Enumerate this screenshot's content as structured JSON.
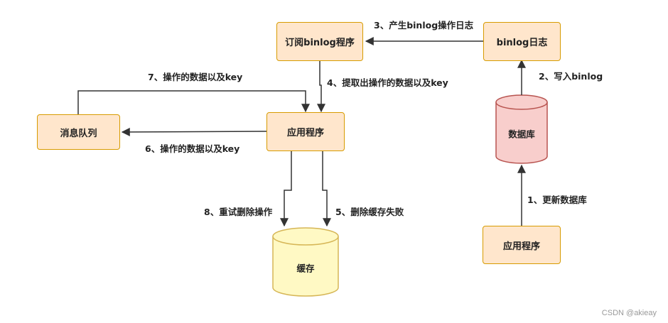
{
  "nodes": {
    "subscribe": "订阅binlog程序",
    "binlog": "binlog日志",
    "database": "数据库",
    "queue": "消息队列",
    "app_main": "应用程序",
    "app_db": "应用程序",
    "cache": "缓存"
  },
  "edges": {
    "e1": "1、更新数据库",
    "e2": "2、写入binlog",
    "e3": "3、产生binlog操作日志",
    "e4": "4、提取出操作的数据以及key",
    "e5": "5、删除缓存失败",
    "e6": "6、操作的数据以及key",
    "e7": "7、操作的数据以及key",
    "e8": "8、重试删除操作"
  },
  "watermark": "CSDN @akieay"
}
